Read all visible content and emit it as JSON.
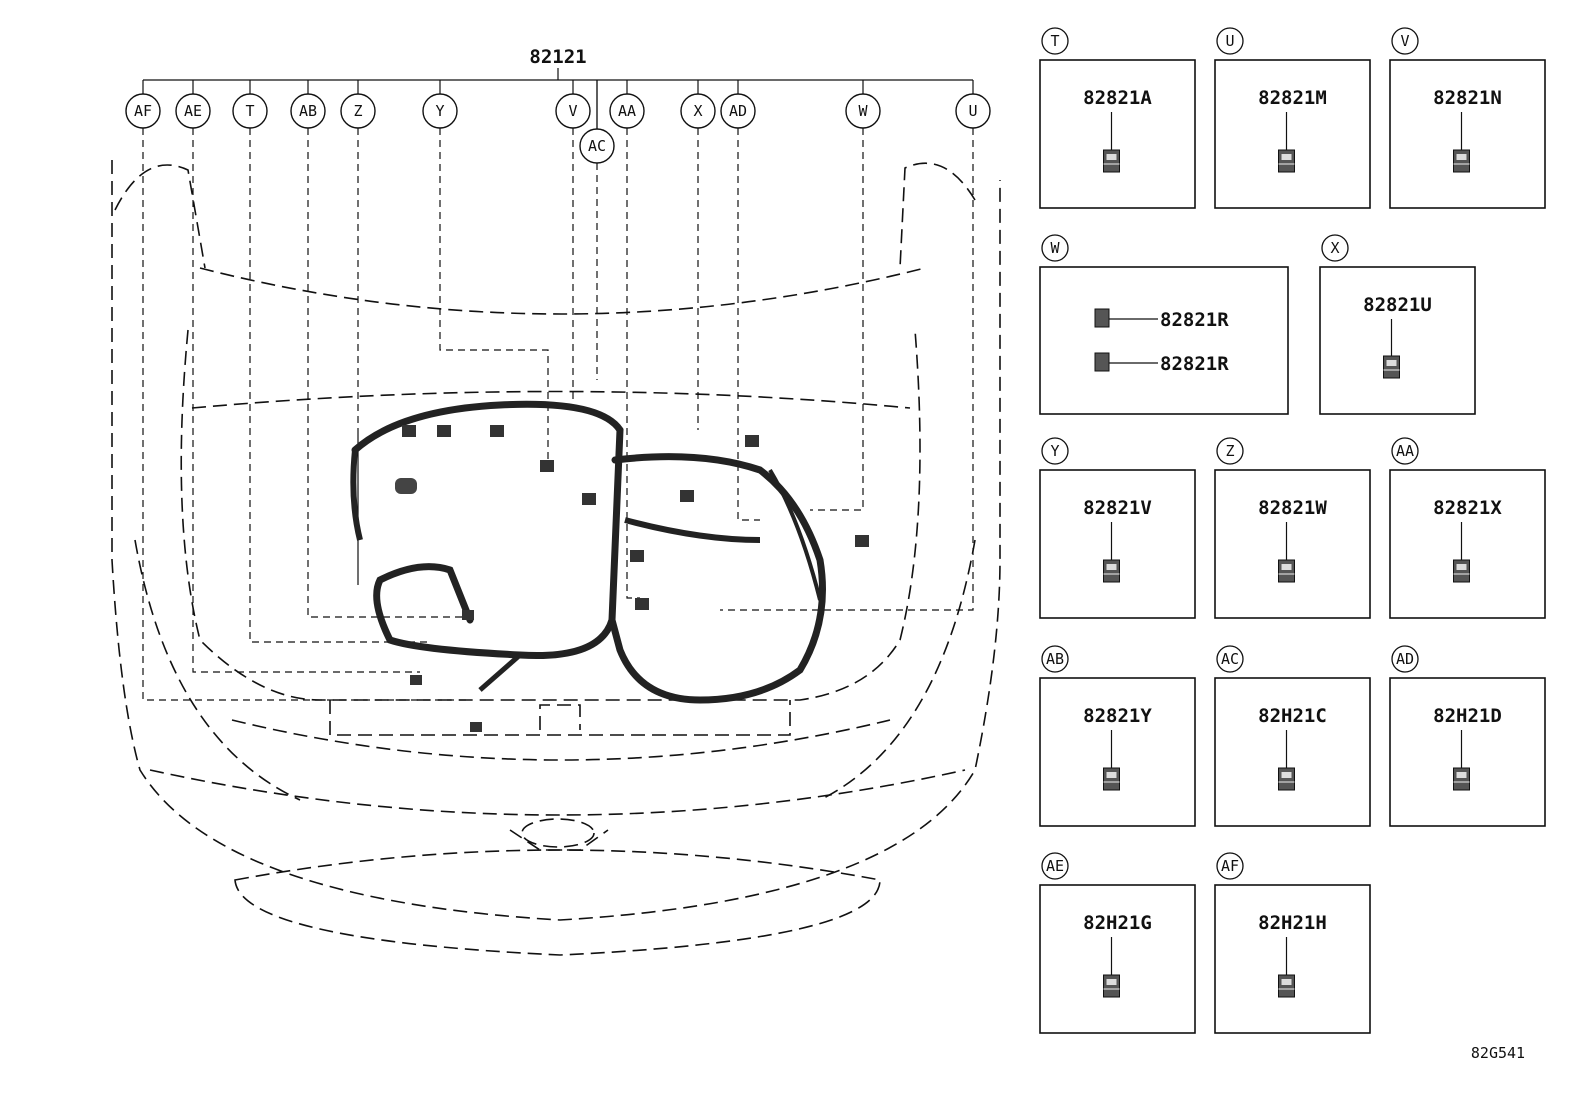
{
  "diagram": {
    "main_part": "82121",
    "figure_code": "82G541",
    "top_callouts": [
      "AF",
      "AE",
      "T",
      "AB",
      "Z",
      "Y",
      "V",
      "AC",
      "AA",
      "X",
      "AD",
      "W",
      "U"
    ],
    "panels": [
      {
        "key": "T",
        "parts": [
          "82821A"
        ]
      },
      {
        "key": "U",
        "parts": [
          "82821M"
        ]
      },
      {
        "key": "V",
        "parts": [
          "82821N"
        ]
      },
      {
        "key": "W",
        "parts": [
          "82821R",
          "82821R"
        ]
      },
      {
        "key": "X",
        "parts": [
          "82821U"
        ]
      },
      {
        "key": "Y",
        "parts": [
          "82821V"
        ]
      },
      {
        "key": "Z",
        "parts": [
          "82821W"
        ]
      },
      {
        "key": "AA",
        "parts": [
          "82821X"
        ]
      },
      {
        "key": "AB",
        "parts": [
          "82821Y"
        ]
      },
      {
        "key": "AC",
        "parts": [
          "82H21C"
        ]
      },
      {
        "key": "AD",
        "parts": [
          "82H21D"
        ]
      },
      {
        "key": "AE",
        "parts": [
          "82H21G"
        ]
      },
      {
        "key": "AF",
        "parts": [
          "82H21H"
        ]
      }
    ]
  }
}
